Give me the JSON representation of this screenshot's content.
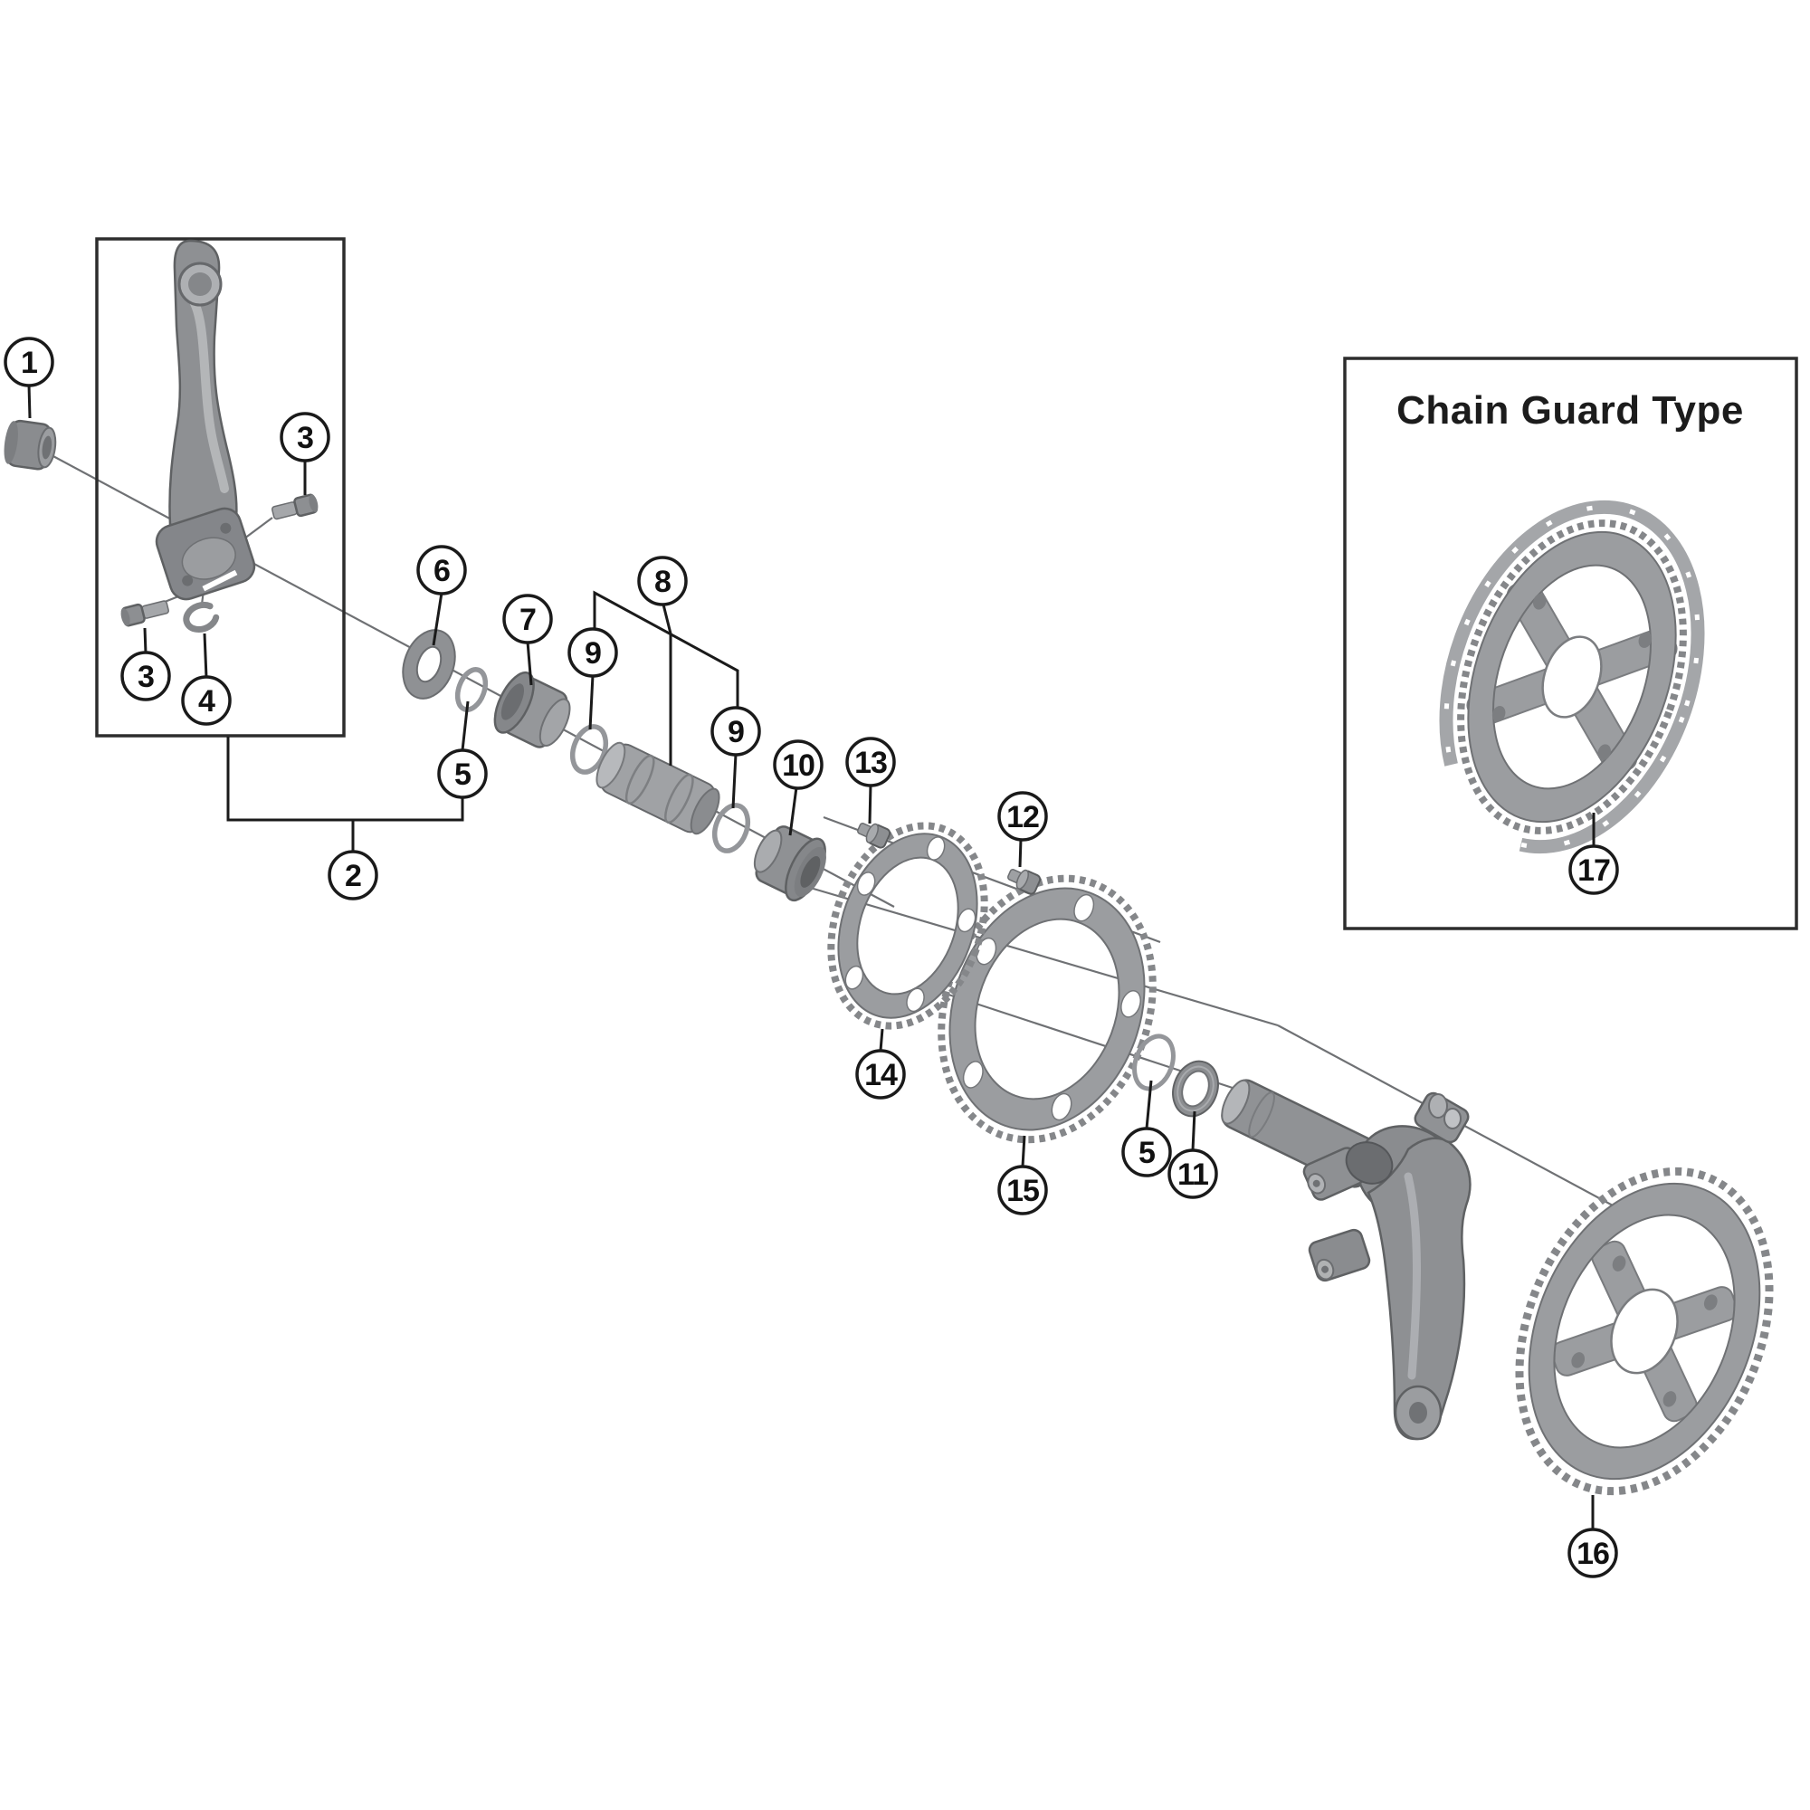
{
  "diagram": {
    "chain_guard_box": {
      "title": "Chain Guard Type"
    },
    "callouts": [
      {
        "label": "1"
      },
      {
        "label": "2"
      },
      {
        "label": "3"
      },
      {
        "label": "3"
      },
      {
        "label": "4"
      },
      {
        "label": "5"
      },
      {
        "label": "5"
      },
      {
        "label": "6"
      },
      {
        "label": "7"
      },
      {
        "label": "8"
      },
      {
        "label": "9"
      },
      {
        "label": "9"
      },
      {
        "label": "10"
      },
      {
        "label": "11"
      },
      {
        "label": "12"
      },
      {
        "label": "13"
      },
      {
        "label": "14"
      },
      {
        "label": "15"
      },
      {
        "label": "16"
      },
      {
        "label": "17"
      }
    ]
  }
}
